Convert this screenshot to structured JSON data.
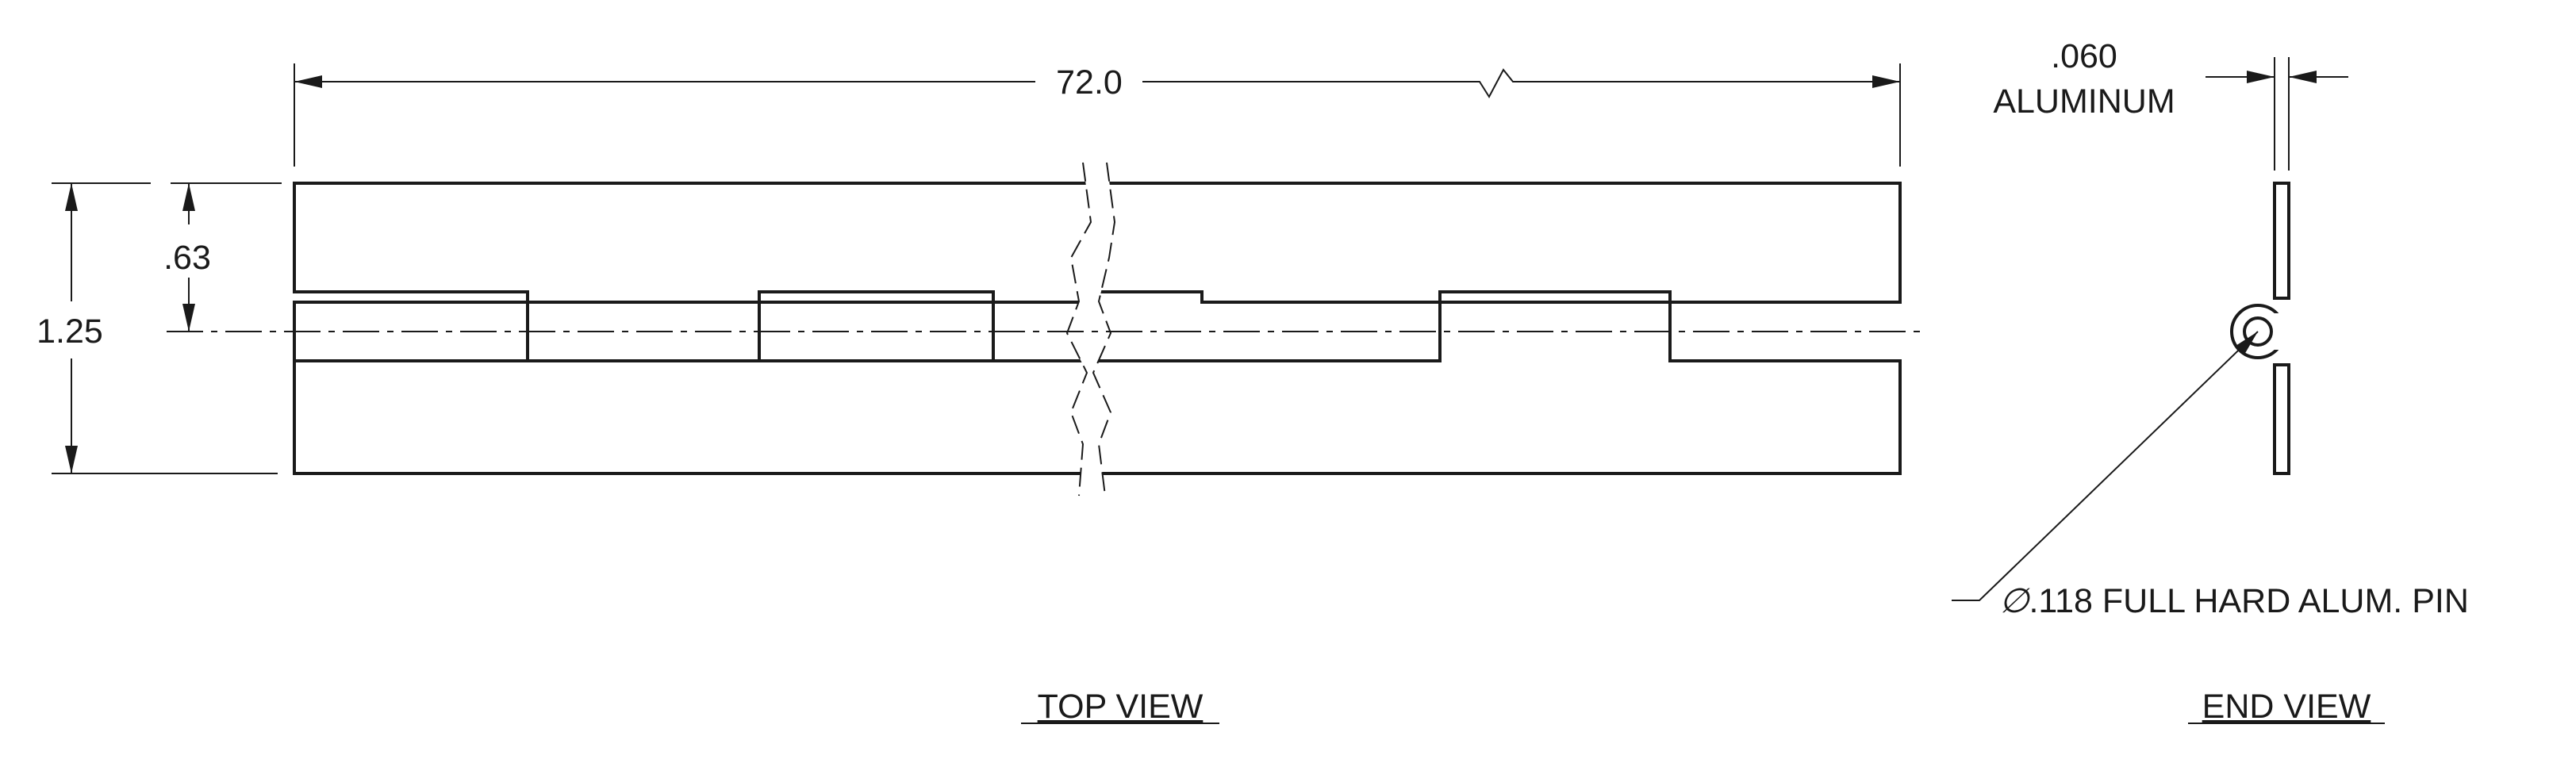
{
  "dimensions": {
    "overall_length": "72.0",
    "material_thickness": ".060",
    "material": "ALUMINUM",
    "half_width": ".63",
    "overall_width": "1.25"
  },
  "callouts": {
    "pin_diameter_symbol": "∅",
    "pin": ".118 FULL HARD ALUM. PIN"
  },
  "views": {
    "top": "TOP VIEW",
    "end": "END VIEW"
  }
}
